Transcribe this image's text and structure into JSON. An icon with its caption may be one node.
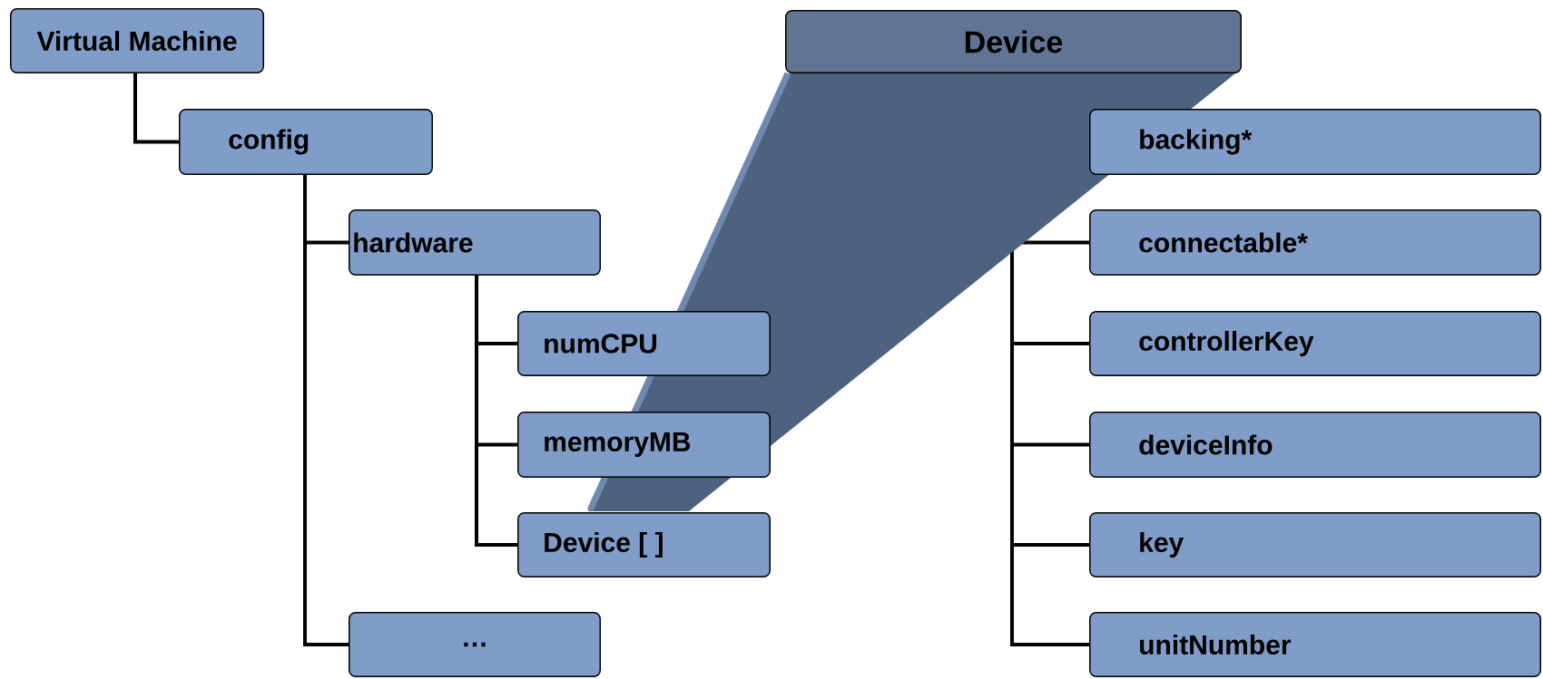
{
  "diagram": {
    "nodes": [
      {
        "text": [
          "Virtual Machine"
        ]
      },
      {
        "text": [
          "config"
        ]
      },
      {
        "text": [
          "hardware"
        ]
      },
      {
        "text": [
          "numCPU"
        ]
      },
      {
        "text": [
          "memoryMB"
        ]
      },
      {
        "text": [
          "Device [ ]"
        ]
      },
      {
        "text": [
          "…"
        ]
      },
      {
        "text": [
          "Device"
        ]
      },
      {
        "text": [
          "backing*"
        ]
      },
      {
        "text": [
          "connectable*"
        ]
      },
      {
        "text": [
          "controllerKey"
        ]
      },
      {
        "text": [
          "deviceInfo"
        ]
      },
      {
        "text": [
          "key"
        ]
      },
      {
        "text": [
          "unitNumber"
        ]
      }
    ],
    "edges": [
      {
        "from": 0,
        "to": 1,
        "arrow": "none"
      },
      {
        "from": 1,
        "to": 2,
        "arrow": "none"
      },
      {
        "from": 1,
        "to": 6,
        "arrow": "none"
      },
      {
        "from": 2,
        "to": 3,
        "arrow": "none"
      },
      {
        "from": 2,
        "to": 4,
        "arrow": "none"
      },
      {
        "from": 2,
        "to": 5,
        "arrow": "none"
      },
      {
        "from": 7,
        "to": 9,
        "arrow": "none"
      },
      {
        "from": 7,
        "to": 10,
        "arrow": "none"
      },
      {
        "from": 7,
        "to": 11,
        "arrow": "none"
      },
      {
        "from": 7,
        "to": 12,
        "arrow": "none"
      },
      {
        "from": 7,
        "to": 13,
        "arrow": "none"
      }
    ]
  }
}
